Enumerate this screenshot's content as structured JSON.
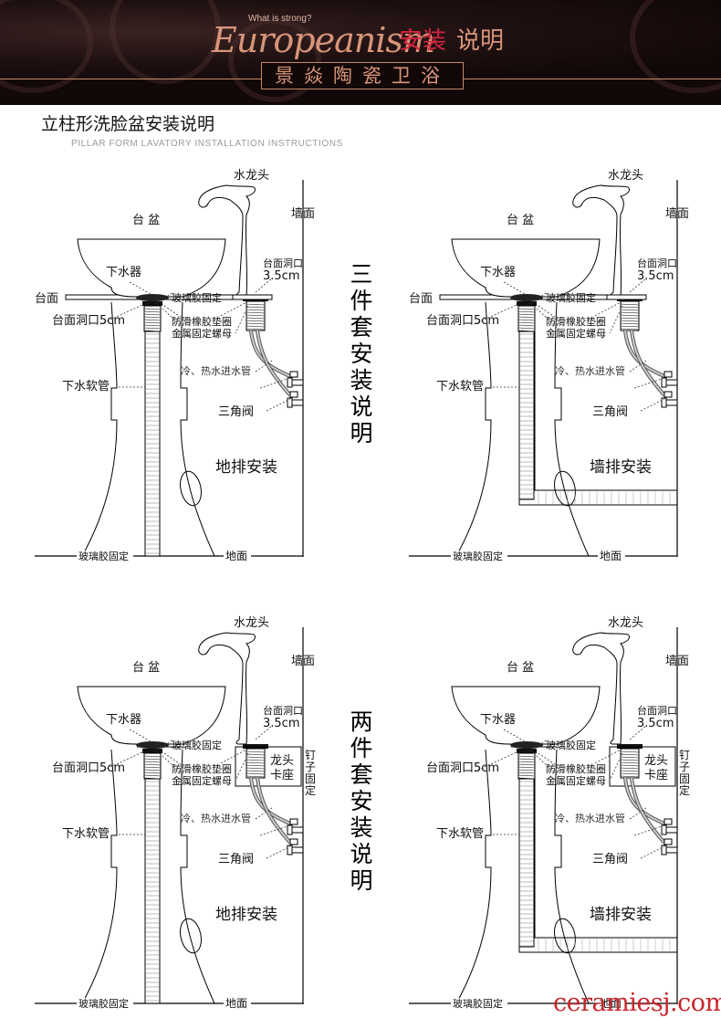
{
  "banner": {
    "tagline": "What is strong?",
    "brand_script": "Europeanism",
    "title_red": "安装",
    "title_rest": "说明",
    "company": "景焱陶瓷卫浴"
  },
  "page": {
    "title_cn": "立柱形洗脸盆安装说明",
    "title_en": "PILLAR FORM LAVATORY INSTALLATION INSTRUCTIONS"
  },
  "sections": [
    {
      "vertical_title": "三件套安装说明"
    },
    {
      "vertical_title": "两件套安装说明"
    }
  ],
  "labels": {
    "faucet": "水龙头",
    "basin": "台 盆",
    "wall": "墙面",
    "drain": "下水器",
    "counter": "台面",
    "counter_hole_5": "台面洞口5cm",
    "counter_hole_35_line1": "台面洞口",
    "counter_hole_35_line2": "3.5cm",
    "glass_glue": "玻璃胶固定",
    "rubber_gasket": "防滑橡胶垫圈",
    "metal_nut": "金属固定螺母",
    "supply_pipe": "冷、热水进水管",
    "drain_hose": "下水软管",
    "angle_valve": "三角阀",
    "floor": "地面",
    "faucet_seat_line1": "龙头",
    "faucet_seat_line2": "卡座",
    "nail_fix": "钉子固定"
  },
  "diagrams": [
    {
      "mode": "地排安装",
      "type": "floor",
      "variant": "three-piece"
    },
    {
      "mode": "墙排安装",
      "type": "wall",
      "variant": "three-piece"
    },
    {
      "mode": "地排安装",
      "type": "floor",
      "variant": "two-piece"
    },
    {
      "mode": "墙排安装",
      "type": "wall",
      "variant": "two-piece"
    }
  ],
  "watermark": "ceramiesj.com",
  "colors": {
    "brand_red": "#d3233f",
    "brand_copper": "#d8957a",
    "banner_bg": "#120808",
    "watermark": "#c9262c"
  }
}
